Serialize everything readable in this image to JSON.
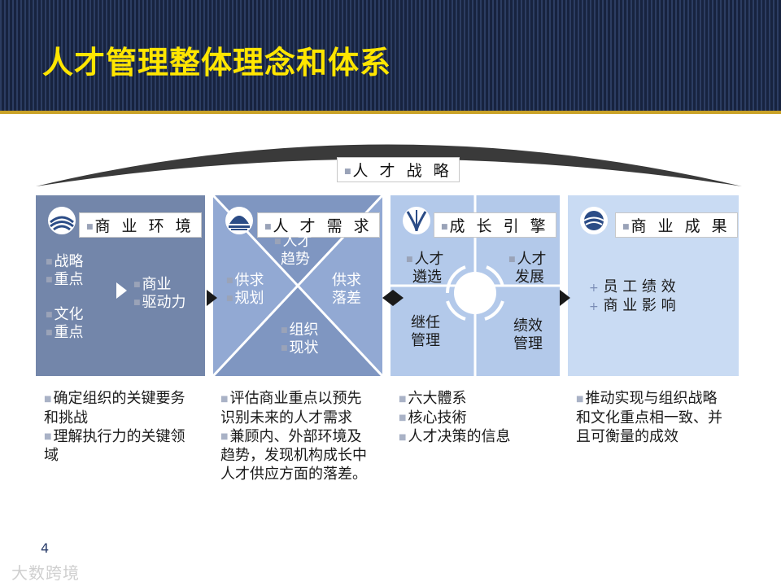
{
  "title": "人才管理整体理念和体系",
  "strategy_label": "人 才 战 略",
  "panels": [
    {
      "label": "商 业 环 境"
    },
    {
      "label": "人 才 需 求"
    },
    {
      "label": "成 长 引 擎"
    },
    {
      "label": "商 业 成 果"
    }
  ],
  "p1": {
    "strategy": [
      "战略",
      "重点"
    ],
    "culture": [
      "文化",
      "重点"
    ],
    "driver": [
      "商业",
      "驱动力"
    ]
  },
  "p2": {
    "talent_trend": [
      "人才",
      "趋势"
    ],
    "supply_plan": [
      "供求",
      "规划"
    ],
    "supply_gap": [
      "供求",
      "落差"
    ],
    "org_status": [
      "组织",
      "现状"
    ]
  },
  "p3": {
    "select": [
      "人才",
      "遴选"
    ],
    "develop": [
      "人才",
      "发展"
    ],
    "succession": [
      "继任",
      "管理"
    ],
    "performance": [
      "绩效",
      "管理"
    ]
  },
  "p4": {
    "items": [
      "员 工 绩 效",
      "商 业 影 响"
    ]
  },
  "descriptions": {
    "d1": [
      "确定组织的关键要务和挑战",
      "理解执行力的关键领域"
    ],
    "d2": [
      "评估商业重点以预先识别未来的人才需求",
      "兼顾内、外部环境及趋势，发现机构成长中人才供应方面的落差。"
    ],
    "d3": [
      "六大體系",
      "核心技術",
      "人才决策的信息"
    ],
    "d4": [
      "推动实现与组织战略和文化重点相一致、并且可衡量的成效"
    ]
  },
  "page_number": "4",
  "watermark": "大数跨境",
  "colors": {
    "title": "#ffe600",
    "header_bg": "#1b2a4a",
    "accent_line": "#c9a227",
    "panel1": "#7386aa",
    "panel2": "#92a9d3",
    "panel3": "#b3c9ea",
    "panel4": "#c9dbf3"
  }
}
